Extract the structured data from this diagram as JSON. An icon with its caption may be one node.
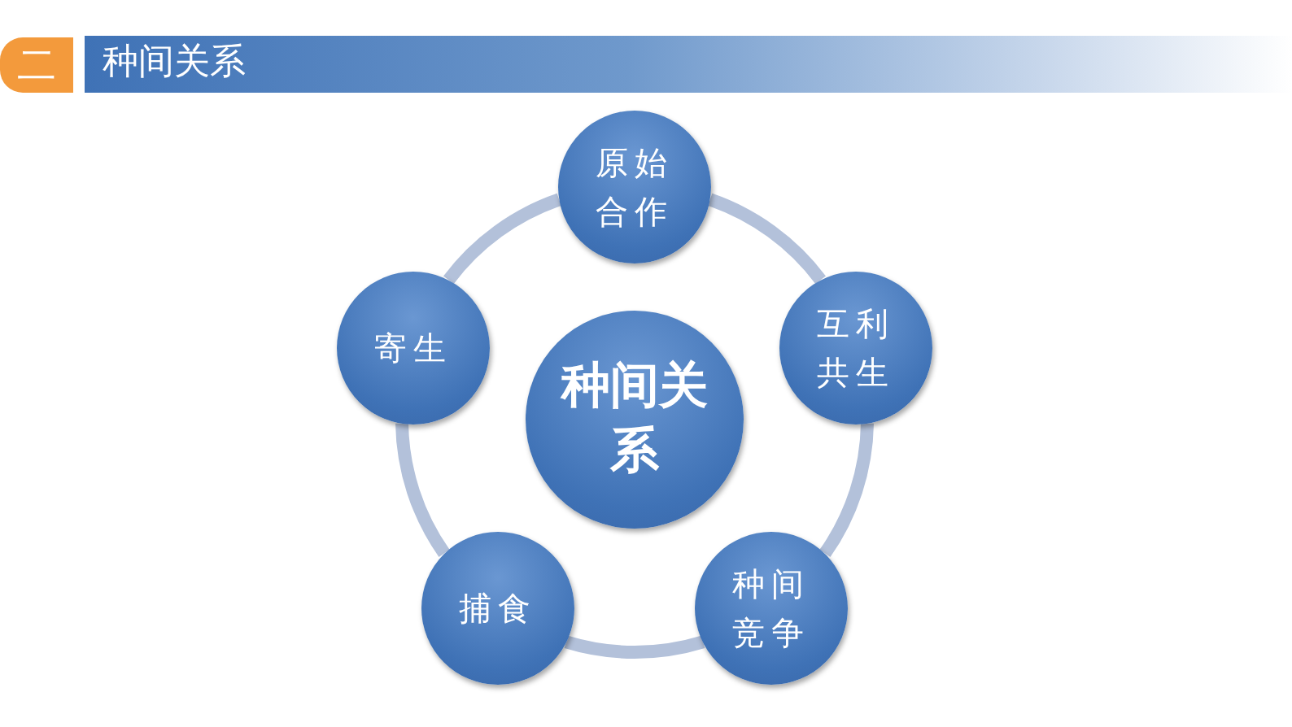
{
  "diagram": {
    "title": "种间关系",
    "nodes": [
      {
        "text": [
          "二"
        ]
      },
      {
        "text": [
          "种间关系"
        ]
      },
      {
        "text": [
          "原始合作"
        ]
      },
      {
        "text": [
          "互利共生"
        ]
      },
      {
        "text": [
          "种间竞争"
        ]
      },
      {
        "text": [
          "捕食"
        ]
      },
      {
        "text": [
          "寄生"
        ]
      }
    ],
    "edges": [
      {
        "from": 2,
        "to": 3,
        "arrow": "none"
      },
      {
        "from": 3,
        "to": 4,
        "arrow": "none"
      },
      {
        "from": 4,
        "to": 5,
        "arrow": "none"
      },
      {
        "from": 5,
        "to": 6,
        "arrow": "none"
      },
      {
        "from": 6,
        "to": 2,
        "arrow": "none"
      }
    ]
  }
}
